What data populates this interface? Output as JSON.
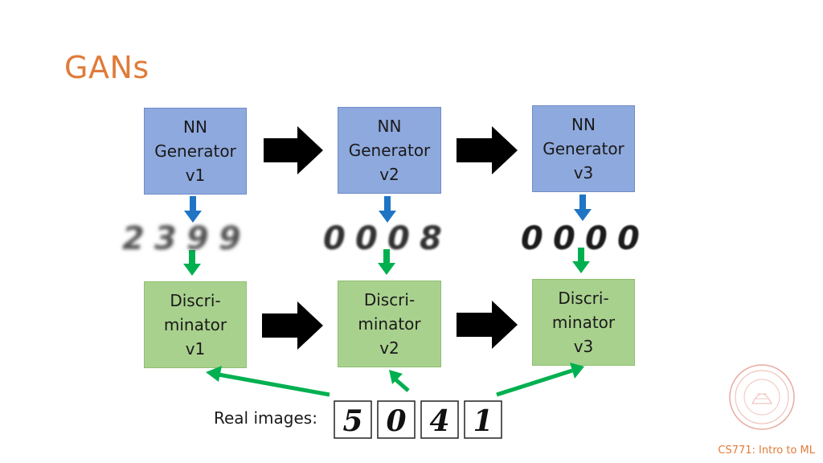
{
  "slide": {
    "title": "GANs",
    "footer": "CS771: Intro to ML",
    "real_images_label": "Real images:"
  },
  "generators": [
    {
      "line1": "NN",
      "line2": "Generator",
      "line3": "v1"
    },
    {
      "line1": "NN",
      "line2": "Generator",
      "line3": "v2"
    },
    {
      "line1": "NN",
      "line2": "Generator",
      "line3": "v3"
    }
  ],
  "discriminators": [
    {
      "line1": "Discri-",
      "line2": "minator",
      "line3": "v1"
    },
    {
      "line1": "Discri-",
      "line2": "minator",
      "line3": "v2"
    },
    {
      "line1": "Discri-",
      "line2": "minator",
      "line3": "v3"
    }
  ],
  "generated_samples": [
    [
      "2",
      "3",
      "9",
      "9"
    ],
    [
      "0",
      "0",
      "0",
      "8"
    ],
    [
      "0",
      "0",
      "0",
      "0"
    ]
  ],
  "real_digits": [
    "5",
    "0",
    "4",
    "1"
  ],
  "colors": {
    "title": "#e07b39",
    "generator_fill": "#8ea9dd",
    "discriminator_fill": "#a9d18e",
    "blue_arrow": "#1f74c4",
    "green_arrow": "#00b050",
    "black_arrow": "#000000"
  }
}
